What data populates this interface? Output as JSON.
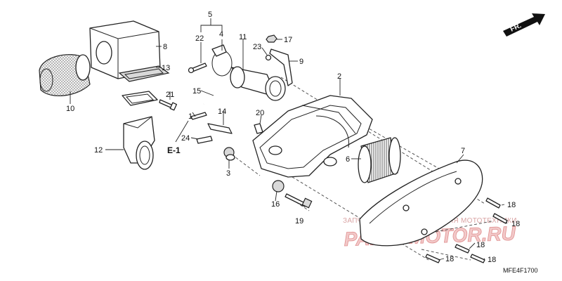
{
  "callouts": {
    "p1": "1",
    "p2": "2",
    "p3": "3",
    "p4": "4",
    "p5": "5",
    "p6": "6",
    "p7": "7",
    "p8": "8",
    "p9": "9",
    "p10": "10",
    "p11": "11",
    "p12": "12",
    "p13": "13",
    "p14": "14",
    "p15": "15",
    "p16": "16",
    "p17": "17",
    "p18a": "18",
    "p18b": "18",
    "p18c": "18",
    "p18d": "18",
    "p18e": "18",
    "p19": "19",
    "p20": "20",
    "p21": "21",
    "p22": "22",
    "p23": "23",
    "p24": "24"
  },
  "reference": "E-1",
  "direction_label": "FR.",
  "diagram_code": "MFE4F1700",
  "watermark": {
    "tagline": "ЗАПЧАСТИ И АКСЕССУАРЫ ДЛЯ МОТОТЕХНИКИ",
    "brand": "PARTSMOTOR.RU"
  },
  "colors": {
    "line": "#222222",
    "watermark": "#e08f8f",
    "background": "#ffffff"
  }
}
